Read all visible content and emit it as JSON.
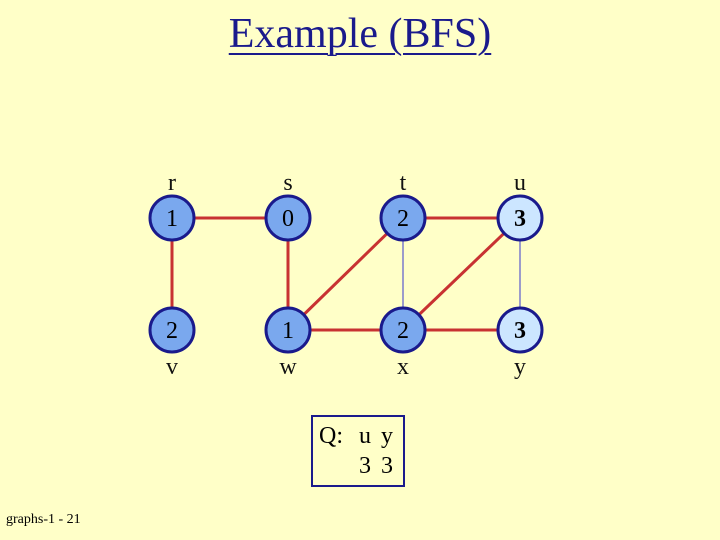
{
  "title": "Example (BFS)",
  "vertices": [
    {
      "name": "r",
      "dist": "1",
      "highlight": false
    },
    {
      "name": "s",
      "dist": "0",
      "highlight": false
    },
    {
      "name": "t",
      "dist": "2",
      "highlight": false
    },
    {
      "name": "u",
      "dist": "3",
      "highlight": true
    },
    {
      "name": "v",
      "dist": "2",
      "highlight": false
    },
    {
      "name": "w",
      "dist": "1",
      "highlight": false
    },
    {
      "name": "x",
      "dist": "2",
      "highlight": false
    },
    {
      "name": "y",
      "dist": "3",
      "highlight": true
    }
  ],
  "edges": [
    {
      "from": "r",
      "to": "s",
      "tree": true
    },
    {
      "from": "r",
      "to": "v",
      "tree": true
    },
    {
      "from": "s",
      "to": "w",
      "tree": true
    },
    {
      "from": "w",
      "to": "t",
      "tree": true
    },
    {
      "from": "w",
      "to": "x",
      "tree": true
    },
    {
      "from": "t",
      "to": "u",
      "tree": true
    },
    {
      "from": "t",
      "to": "x",
      "tree": false
    },
    {
      "from": "x",
      "to": "u",
      "tree": true
    },
    {
      "from": "x",
      "to": "y",
      "tree": true
    },
    {
      "from": "u",
      "to": "y",
      "tree": false
    }
  ],
  "queue": {
    "label": "Q:",
    "items": [
      "u",
      "y"
    ],
    "dists": [
      "3",
      "3"
    ]
  },
  "footer": "graphs-1 - 21",
  "colors": {
    "background": "#ffffc8",
    "tree_edge": "#c83232",
    "nontree_edge": "#7a7acc",
    "node_fill": "#7aa8ee",
    "node_fill_highlight": "#cce6ff",
    "node_stroke": "#1a1a8c",
    "title": "#1a1a8c"
  }
}
